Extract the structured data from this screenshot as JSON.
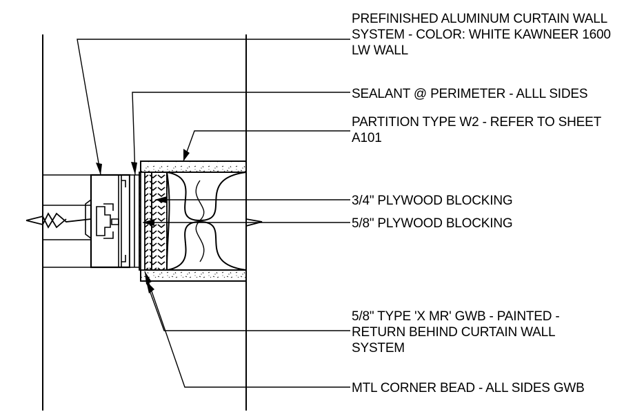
{
  "detail": {
    "notes": [
      "PREFINISHED ALUMINUM CURTAIN WALL\nSYSTEM - COLOR: WHITE KAWNEER 1600\nLW WALL",
      "SEALANT @ PERIMETER - ALLL SIDES",
      "PARTITION TYPE W2 - REFER TO SHEET\nA101",
      "3/4\" PLYWOOD BLOCKING",
      "5/8\" PLYWOOD BLOCKING",
      "5/8\" TYPE 'X MR' GWB - PAINTED -\nRETURN BEHIND CURTAIN WALL\nSYSTEM",
      "MTL CORNER BEAD - ALL SIDES GWB"
    ]
  },
  "colors": {
    "line": "#000000",
    "background": "#ffffff"
  }
}
